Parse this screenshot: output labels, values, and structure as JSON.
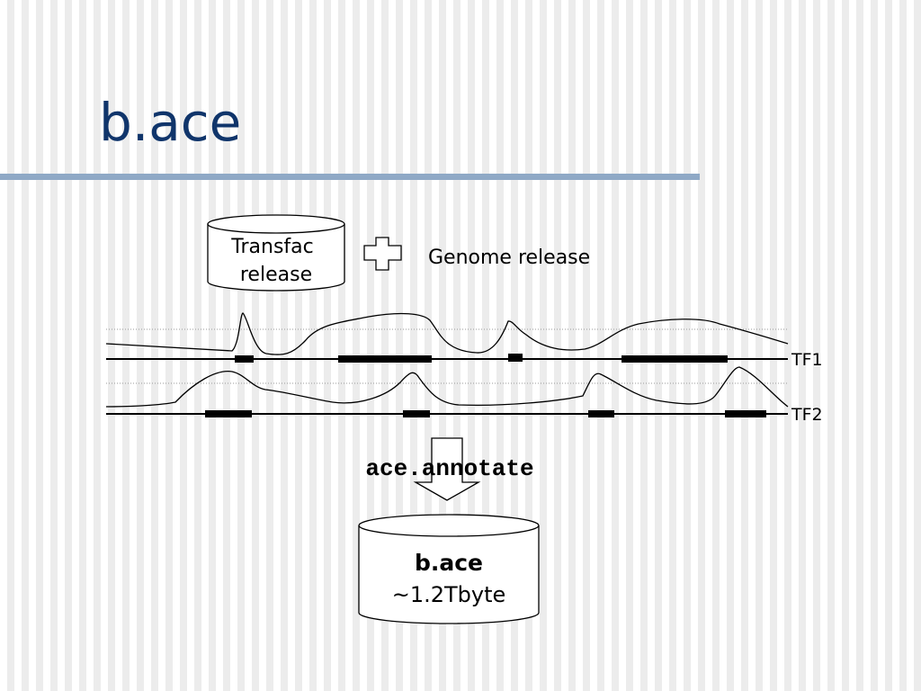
{
  "slide": {
    "title": "b.ace"
  },
  "inputs": {
    "transfac_line1": "Transfac",
    "transfac_line2": "release",
    "genome_release": "Genome release"
  },
  "tracks": [
    {
      "label": "TF1"
    },
    {
      "label": "TF2"
    }
  ],
  "process": {
    "label": "ace.annotate"
  },
  "output": {
    "name": "b.ace",
    "size": "~1.2Tbyte"
  }
}
